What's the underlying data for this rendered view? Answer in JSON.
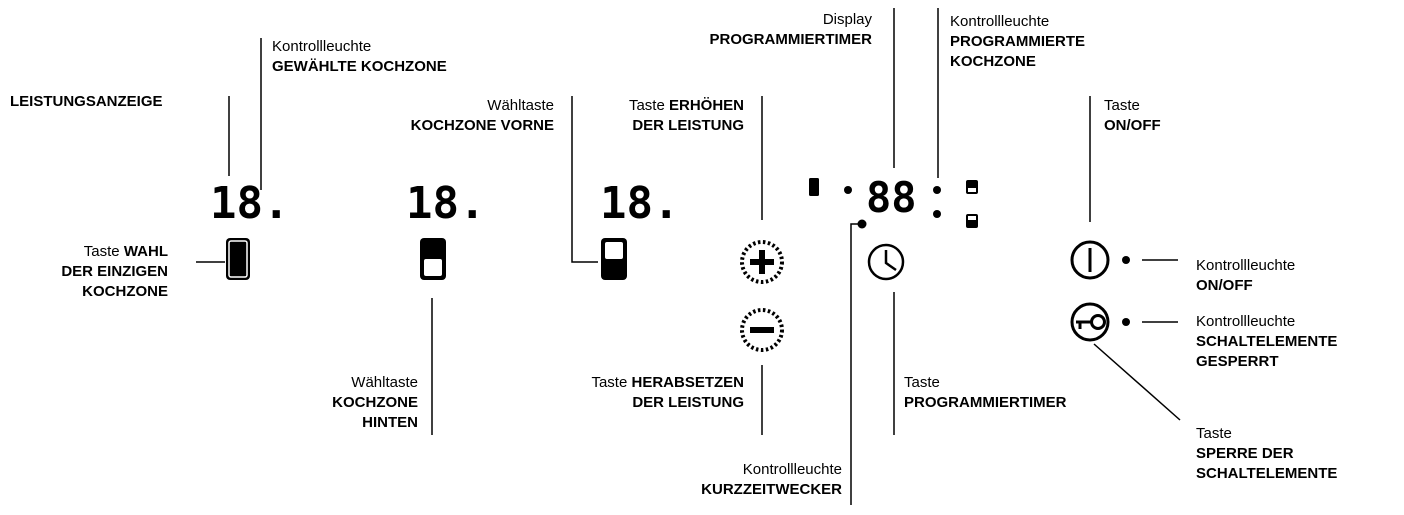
{
  "labels": {
    "leistungsanzeige": {
      "bold": "LEISTUNGSANZEIGE"
    },
    "kl_gewaehlte": {
      "normal": "Kontrollleuchte",
      "bold": "GEWÄHLTE KOCHZONE"
    },
    "taste_wahl": {
      "normal": "Taste",
      "bold1": "WAHL",
      "bold2": "DER EINZIGEN",
      "bold3": "KOCHZONE"
    },
    "waehltaste_vorne": {
      "normal": "Wähltaste",
      "bold": "KOCHZONE VORNE"
    },
    "waehltaste_hinten": {
      "normal": "Wähltaste",
      "bold1": "KOCHZONE",
      "bold2": "HINTEN"
    },
    "taste_erhoehen": {
      "normal": "Taste",
      "bold1": "ERHÖHEN",
      "bold2": "DER LEISTUNG"
    },
    "taste_herabsetzen": {
      "normal": "Taste",
      "bold1": "HERABSETZEN",
      "bold2": "DER LEISTUNG"
    },
    "display_timer": {
      "normal": "Display",
      "bold": "PROGRAMMIERTIMER"
    },
    "kl_programmierte": {
      "normal": "Kontrollleuchte",
      "bold1": "PROGRAMMIERTE",
      "bold2": "KOCHZONE"
    },
    "kl_kurzzeit": {
      "normal": "Kontrollleuchte",
      "bold": "KURZZEITWECKER"
    },
    "taste_timer": {
      "normal": "Taste",
      "bold": "PROGRAMMIERTIMER"
    },
    "taste_onoff": {
      "normal": "Taste",
      "bold": "ON/OFF"
    },
    "kl_onoff": {
      "normal": "Kontrollleuchte",
      "bold": "ON/OFF"
    },
    "kl_gesperrt": {
      "normal": "Kontrollleuchte",
      "bold1": "SCHALTELEMENTE",
      "bold2": "GESPERRT"
    },
    "taste_sperre": {
      "normal": "Taste",
      "bold1": "SPERRE DER",
      "bold2": "SCHALTELEMENTE"
    }
  },
  "displays": {
    "zone1": "18.",
    "zone2": "18.",
    "zone3": "18.",
    "timer": "88"
  }
}
